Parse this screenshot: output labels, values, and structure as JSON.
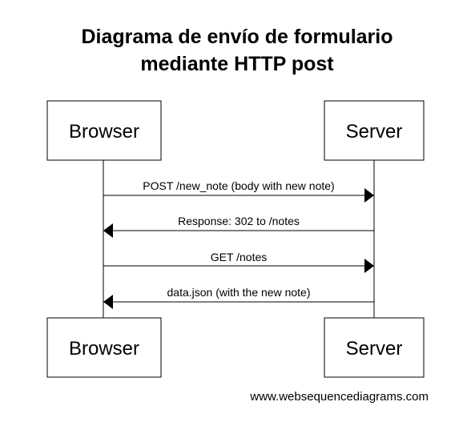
{
  "title": {
    "line1": "Diagrama de envío de formulario",
    "line2": "mediante HTTP post"
  },
  "participants": [
    {
      "id": "browser",
      "label": "Browser"
    },
    {
      "id": "server",
      "label": "Server"
    }
  ],
  "messages": [
    {
      "label": "POST /new_note (body with new note)",
      "from": "browser",
      "to": "server"
    },
    {
      "label": "Response: 302 to /notes",
      "from": "server",
      "to": "browser"
    },
    {
      "label": "GET /notes",
      "from": "browser",
      "to": "server"
    },
    {
      "label": "data.json (with the new note)",
      "from": "server",
      "to": "browser"
    }
  ],
  "footer": "www.websequencediagrams.com",
  "colors": {
    "stroke": "#000000",
    "background": "#ffffff"
  }
}
